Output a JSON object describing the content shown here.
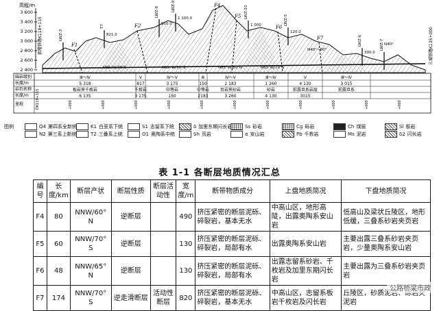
{
  "profile": {
    "elevation_label": "高程/m",
    "y_ticks": [
      "3 600",
      "3 400",
      "3 200",
      "3 000",
      "2 800",
      "2 600",
      "2 400"
    ],
    "left_side_label": "武隆铁路K118+115",
    "right_side_label": "三城铁路K135+000",
    "fault_labels": [
      "F1",
      "F2",
      "F4",
      "F5",
      "F6",
      "F7"
    ],
    "borehole_labels": [
      "LWZ-3",
      "T7",
      "LWZ-8",
      "LWZ-9",
      "LWZ-10",
      "LWZ-5",
      "LWZ-6",
      "LWZ-7"
    ],
    "borehole_numbers": [
      "821.0",
      "610.0",
      "1 100.0",
      "1 000",
      "120.0",
      "300.0"
    ],
    "attitude_labels": [
      "N85°W/70°S",
      "N65°W/70°S",
      "N85°W/80°N",
      "N85°W/70°S",
      "N40°~60°",
      "N40°"
    ],
    "row_labels": [
      "围岩级别",
      "长度/m",
      "岩石名称",
      "长度/m",
      "里程"
    ],
    "rock_grades": [
      "Ⅲ～Ⅳ",
      "Ⅴ",
      "Ⅳ～Ⅴ",
      "Ⅲ",
      "Ⅳ～Ⅴ",
      "Ⅲ～Ⅳ",
      "Ⅴ",
      "Ⅲ～Ⅳ"
    ],
    "grade_lengths": [
      "5 318",
      "817",
      "3 175",
      "150",
      "2 183",
      "1 260",
      "4 130",
      "3 015"
    ],
    "rock_names": [
      "板岩夹千枚岩",
      "千枚岩",
      "中等岩",
      "中等岩",
      "页岩夹砂岩",
      "砂岩",
      "前震旦系岩层",
      "前震旦系"
    ],
    "rock_lengths": [
      "6 135",
      "3 175",
      "150",
      "2183",
      "3 260",
      "4 130",
      "3015"
    ],
    "mileage": [
      "DK118+115",
      "+000",
      "+000",
      "+000",
      "+000",
      "+000",
      "+000",
      "+000",
      "+000",
      "+000",
      "+000",
      "+000"
    ]
  },
  "legend": {
    "label": "图例",
    "items": [
      {
        "code": "Q4",
        "text": "第四系全新统"
      },
      {
        "code": "N2",
        "text": "第三系上新统"
      },
      {
        "code": "K1",
        "text": "白垩系下统"
      },
      {
        "code": "T2",
        "text": "三叠系上统"
      },
      {
        "code": "S1",
        "text": "志留系下统"
      },
      {
        "code": "O1",
        "text": "奥陶系中统"
      },
      {
        "code": "δ",
        "text": "加里东期闪长岩"
      },
      {
        "code": "Sh",
        "text": "页岩"
      },
      {
        "code": "Ss",
        "text": "砂岩"
      },
      {
        "code": "α",
        "text": "安山岩"
      },
      {
        "code": "Cg",
        "text": "砾岩"
      },
      {
        "code": "Pb",
        "text": "千枚岩"
      },
      {
        "code": "Ch",
        "text": "煤层"
      },
      {
        "code": "Ms",
        "text": "泥岩"
      },
      {
        "code": "Sl",
        "text": "板岩"
      },
      {
        "code": "δ2",
        "text": "闪长岩"
      }
    ]
  },
  "table": {
    "title": "表 1-1  各断层地质情况汇总",
    "headers": [
      "编号",
      "长度/km",
      "断层产状",
      "断层性质",
      "断层活动性",
      "宽度/m",
      "断带物质成分",
      "上盘地质简况",
      "下盘地质简况"
    ],
    "rows": [
      [
        "F4",
        "80",
        "NNW/60° N",
        "逆断层",
        "",
        "490",
        "挤压紧密的断层泥砾、碎裂岩，基本无水",
        "中高山区，地形高陡，出露奥陶系安山岩",
        "低高山及梁状丘陵区，地形低缓，三叠系砂岩夹页岩"
      ],
      [
        "F5",
        "60",
        "NNW/70° S",
        "逆断层",
        "",
        "130",
        "挤压紧密的断层泥砾、碎裂岩，局部有水",
        "出露奥陶系安山岩",
        "主要出露三叠系砂岩夹页岩，少量奥陶系安山岩"
      ],
      [
        "F6",
        "48",
        "NNW/65° N",
        "逆断层",
        "",
        "130",
        "挤压紧密的断层泥砾、碎裂岩，局部有水",
        "出露志留系砂岩、千枚岩及加里东期闪长岩",
        "主要出露为三叠系砂岩夹页岩"
      ],
      [
        "F7",
        "174",
        "NNW/70° S",
        "逆走滑断层",
        "活动性断层",
        "820",
        "挤压紧密的断层泥砾、碎裂岩，基本无水",
        "中高山区，志留系板岩千枚岩及闪长岩",
        "丘陵区，砂质泥岩、砾岩夹泥岩"
      ]
    ]
  },
  "watermark": "公路桥梁市政"
}
